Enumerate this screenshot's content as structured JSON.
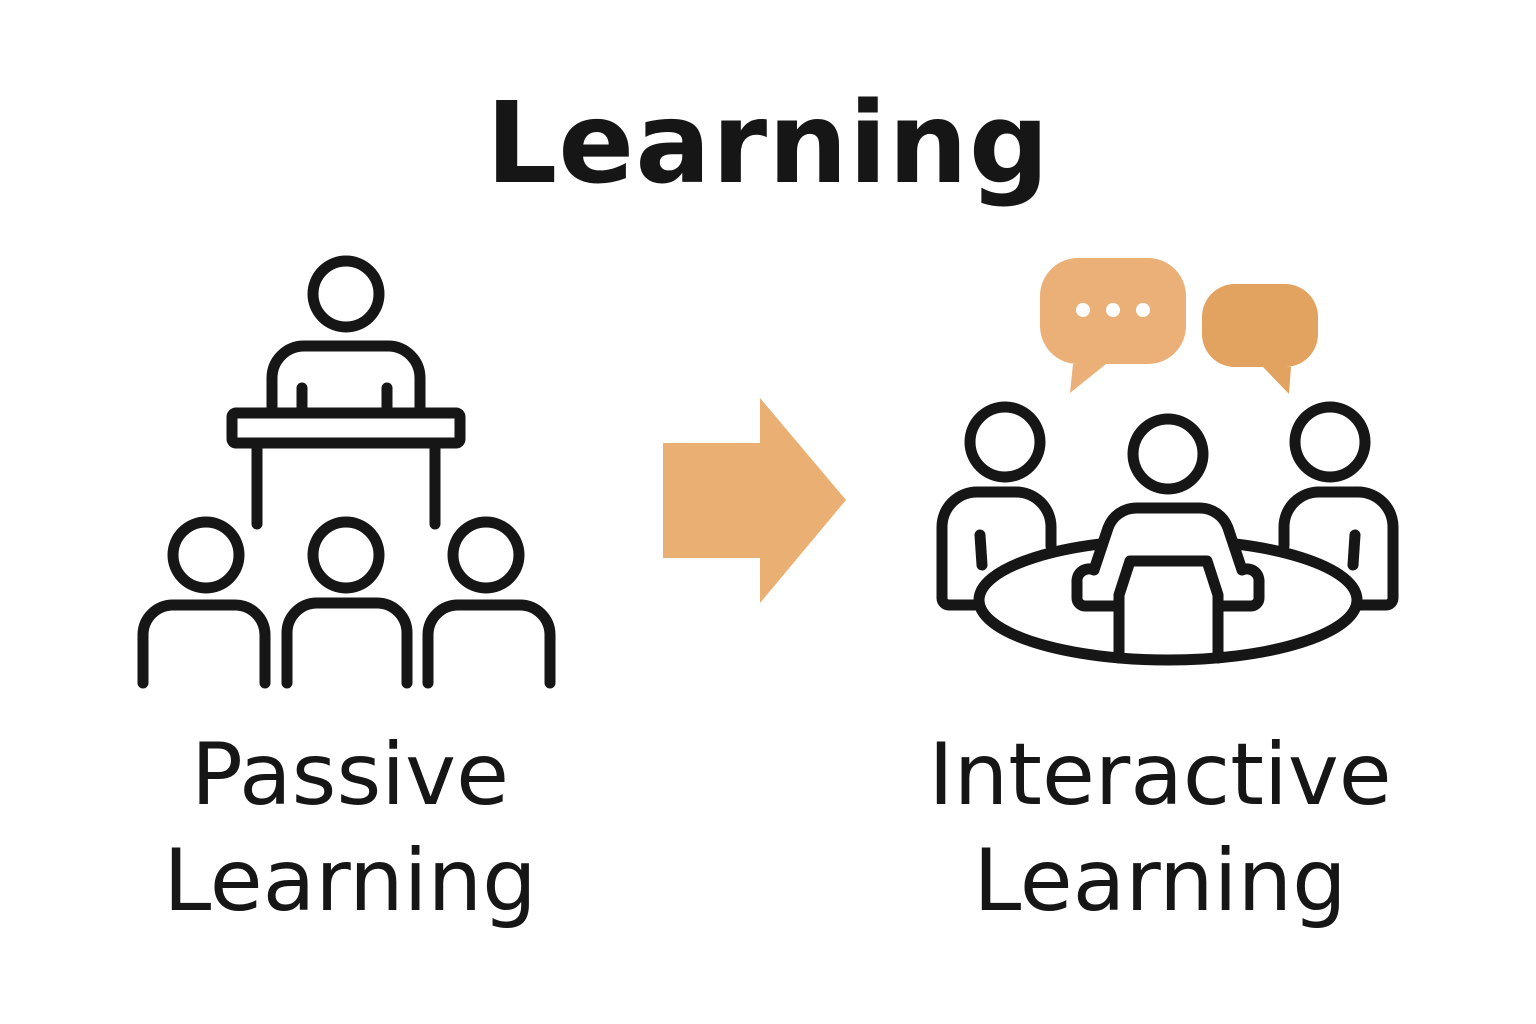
{
  "title": "Learning",
  "left": {
    "label_line1": "Passive",
    "label_line2": "Learning",
    "icon": "lecture-presenter-audience-icon"
  },
  "arrow": {
    "icon": "arrow-right-icon",
    "color": "#EAAF72"
  },
  "right": {
    "label_line1": "Interactive",
    "label_line2": "Learning",
    "icon": "round-table-discussion-icon",
    "bubble_icons": [
      "speech-bubble-ellipsis-icon",
      "speech-bubble-icon"
    ],
    "bubble_colors": [
      "#EAB077",
      "#E1A35F"
    ]
  },
  "colors": {
    "stroke": "#161616",
    "background": "#ffffff"
  }
}
